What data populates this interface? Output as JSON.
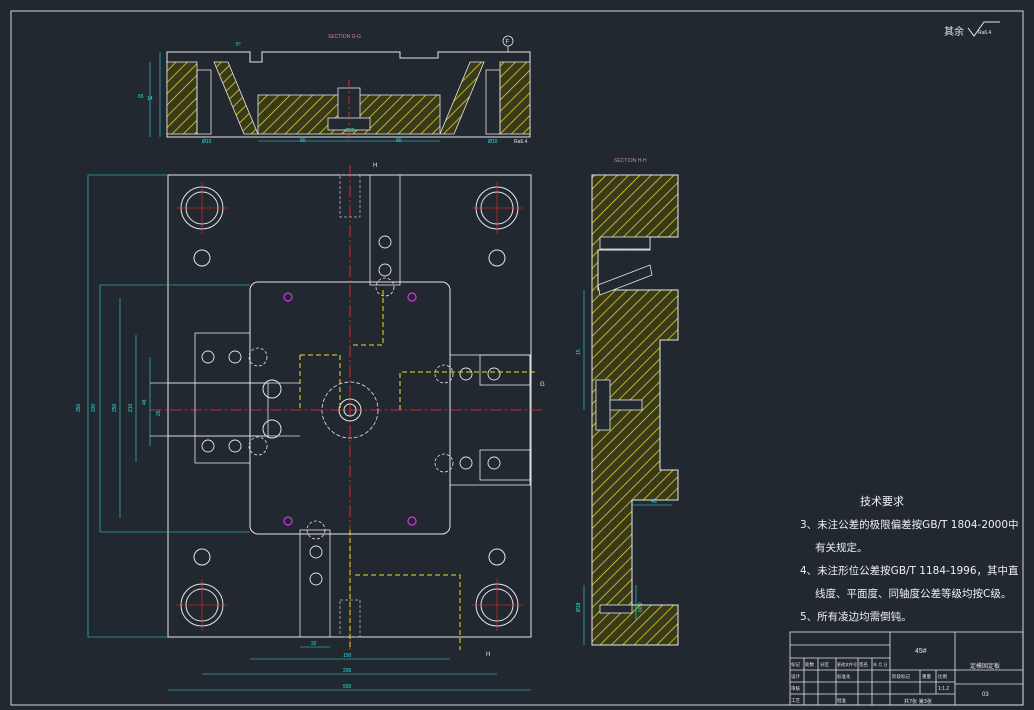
{
  "sheet": {
    "roughness_note_prefix": "其余",
    "roughness_value": "Ra6.4",
    "section_top_title": "SECTION  G-G",
    "section_right_title": "SECTION  H-H",
    "marker_f": "F",
    "marker_h": "H",
    "marker_g": "G"
  },
  "dimensions": {
    "top_section": [
      "Ø10",
      "Ø10",
      "90",
      "90",
      "Ø32",
      "5°",
      "Ra6.4",
      "65",
      "14"
    ],
    "plan": [
      "150",
      "210",
      "250",
      "330",
      "280",
      "26",
      "46",
      "550",
      "296",
      "32",
      "350"
    ],
    "right_section": [
      "15",
      "40",
      "Ø18",
      "60.2"
    ]
  },
  "notes": {
    "heading": "技术要求",
    "items": [
      "3、未注公差的极限偏差按GB/T 1804-2000中",
      "有关规定。",
      "4、未注形位公差按GB/T 1184-1996，其中直",
      "线度、平面度、同轴度公差等级均按C级。",
      "5、所有凌边均需倒钝。"
    ]
  },
  "title_block": {
    "material": "45#",
    "part_name": "定模固定板",
    "drawing_no": "03",
    "scale": "1:1.2",
    "sheet_info": "共7张  第3张",
    "row_headers": [
      "标记",
      "处数",
      "分区",
      "更改文件号",
      "签名",
      "年 月 日"
    ],
    "left_labels": [
      "设计",
      "审核",
      "工艺"
    ],
    "mid_labels": [
      "标准化",
      "批准"
    ],
    "stage_labels": [
      "阶段标记",
      "重量",
      "比例"
    ]
  },
  "colors": {
    "background": "#212830",
    "outline": "#e6e6e6",
    "center_line": "#ff2a2a",
    "dimension": "#2de0e0",
    "hatch": "#e8e830",
    "hidden": "#f0e020",
    "magenta": "#e030e0"
  }
}
